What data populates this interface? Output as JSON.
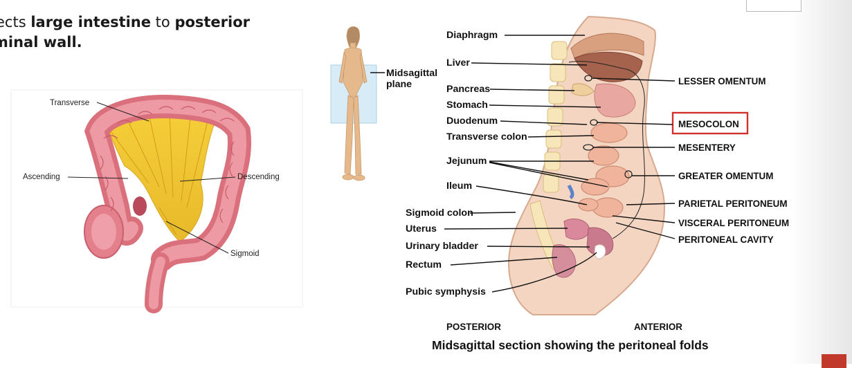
{
  "slide_text": {
    "part1": "ects ",
    "part2": "large intestine",
    "part3": " to ",
    "part4": "posterior",
    "part5": "minal wall."
  },
  "colon_diagram": {
    "labels": {
      "transverse": "Transverse",
      "ascending": "Ascending",
      "descending": "Descending",
      "sigmoid": "Sigmoid"
    }
  },
  "figure_inset": {
    "plane_label_line1": "Midsagittal",
    "plane_label_line2": "plane"
  },
  "section_diagram": {
    "left_labels": {
      "diaphragm": "Diaphragm",
      "liver": "Liver",
      "pancreas": "Pancreas",
      "stomach": "Stomach",
      "duodenum": "Duodenum",
      "transverse_colon": "Transverse colon",
      "jejunum": "Jejunum",
      "ileum": "Ileum",
      "sigmoid_colon": "Sigmoid colon",
      "uterus": "Uterus",
      "urinary_bladder": "Urinary bladder",
      "rectum": "Rectum",
      "pubic_symphysis": "Pubic symphysis"
    },
    "right_labels": {
      "lesser_omentum": "LESSER OMENTUM",
      "mesocolon": "MESOCOLON",
      "mesentery": "MESENTERY",
      "greater_omentum": "GREATER OMENTUM",
      "parietal_peritoneum": "PARIETAL PERITONEUM",
      "visceral_peritoneum": "VISCERAL PERITONEUM",
      "peritoneal_cavity": "PERITONEAL CAVITY"
    },
    "posterior": "POSTERIOR",
    "anterior": "ANTERIOR",
    "caption": "Midsagittal section showing the peritoneal folds",
    "highlight_color": "#d0312d"
  }
}
